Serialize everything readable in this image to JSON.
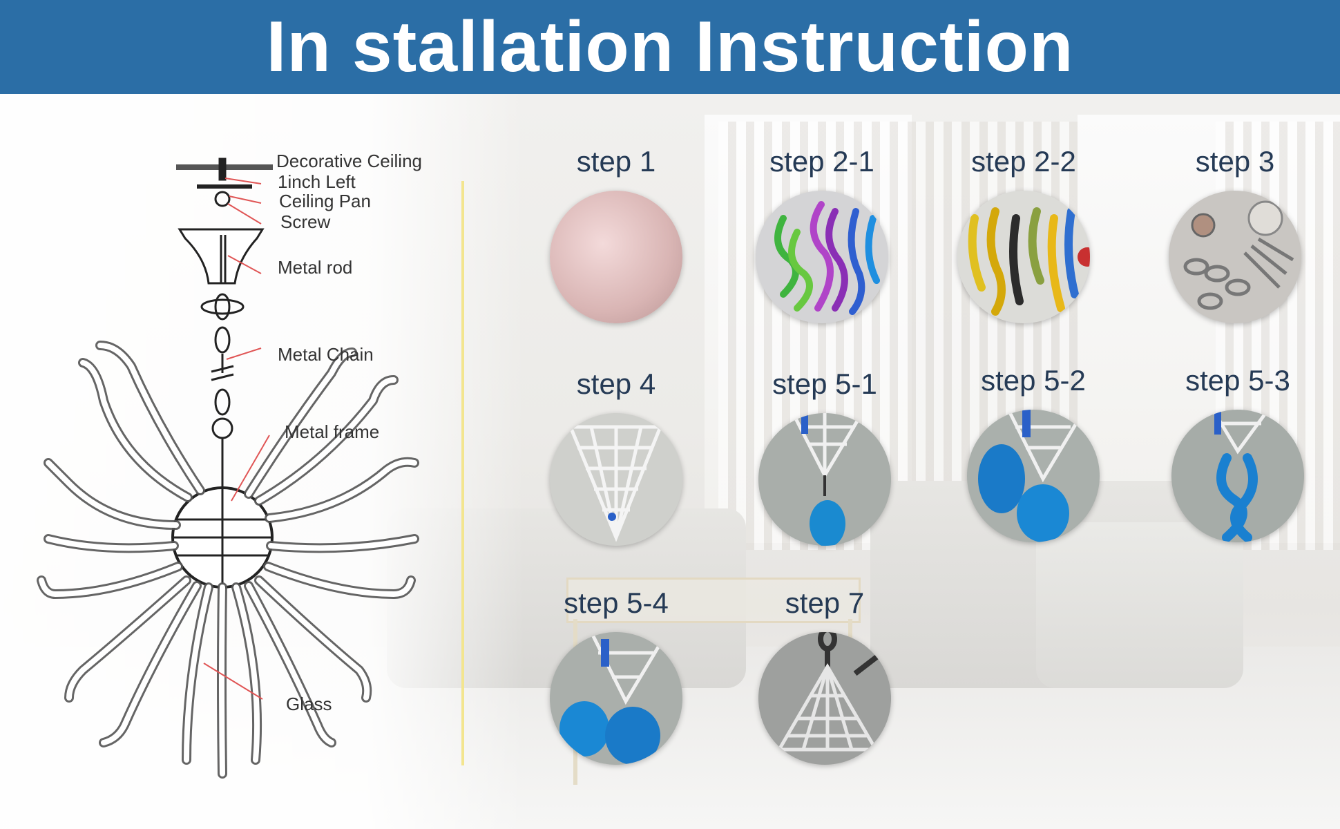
{
  "header": {
    "title": "In stallation Instruction"
  },
  "diagram": {
    "labels": {
      "decorative_ceiling": "Decorative Ceiling",
      "inch_left": "1inch Left",
      "ceiling_pan": "Ceiling Pan",
      "screw": "Screw",
      "metal_rod": "Metal rod",
      "metal_chain": "Metal Chain",
      "metal_frame": "Metal frame",
      "glass": "Glass"
    }
  },
  "steps": [
    {
      "label": "step 1",
      "photo": "pink-fabric"
    },
    {
      "label": "step 2-1",
      "photo": "colored-glass-spirals"
    },
    {
      "label": "step 2-2",
      "photo": "yellow-blue-glass"
    },
    {
      "label": "step 3",
      "photo": "hardware-parts"
    },
    {
      "label": "step 4",
      "photo": "metal-cone-frame"
    },
    {
      "label": "step 5-1",
      "photo": "frame-with-blue-glass"
    },
    {
      "label": "step 5-2",
      "photo": "frame-with-blue-glass-2"
    },
    {
      "label": "step 5-3",
      "photo": "frame-with-blue-spiral"
    },
    {
      "label": "step 5-4",
      "photo": "frame-with-blue-glass-3"
    },
    {
      "label": "step 7",
      "photo": "hanging-frame"
    }
  ],
  "colors": {
    "header_bg": "#2b6ea6",
    "header_text": "#ffffff",
    "step_text": "#253a55",
    "divider": "#f3e58f"
  }
}
